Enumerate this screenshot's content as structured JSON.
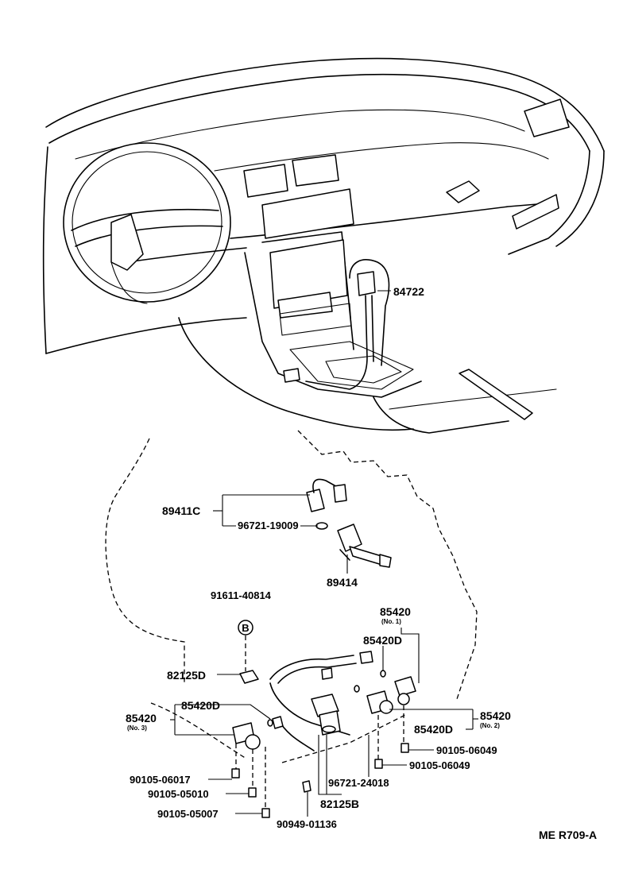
{
  "parts": {
    "p84722": "84722",
    "p89411C": "89411C",
    "p96721_19009": "96721-19009",
    "p89414": "89414",
    "p91611_40814": "91611-40814",
    "bolt_marker": "B",
    "p85420_top": "85420",
    "no1": "(No. 1)",
    "p85420D_top": "85420D",
    "p82125D": "82125D",
    "p85420D_left": "85420D",
    "p85420_left": "85420",
    "no3": "(No. 3)",
    "p85420_right": "85420",
    "no2": "(No. 2)",
    "p85420D_right": "85420D",
    "p90105_06049_a": "90105-06049",
    "p90105_06049_b": "90105-06049",
    "p96721_24018": "96721-24018",
    "p82125B": "82125B",
    "p90105_06017": "90105-06017",
    "p90105_05010": "90105-05010",
    "p90105_05007": "90105-05007",
    "p90949_01136": "90949-01136"
  },
  "footer": {
    "code": "ME  R709-A"
  }
}
